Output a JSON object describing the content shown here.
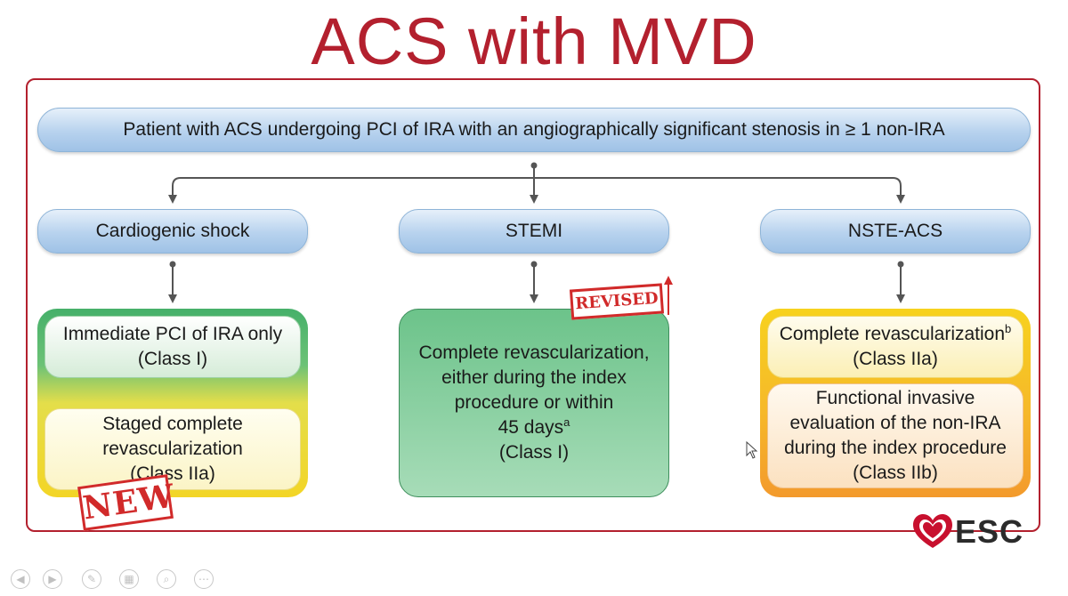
{
  "title": "ACS with MVD",
  "top_node": "Patient with ACS undergoing PCI of IRA with an angiographically significant stenosis in ≥ 1 non-IRA",
  "branches": [
    {
      "label": "Cardiogenic shock",
      "recommendations": [
        {
          "text": "Immediate PCI of IRA only",
          "class": "(Class I)"
        },
        {
          "text": "Staged complete revascularization",
          "class": "(Class IIa)"
        }
      ],
      "stamp": "NEW"
    },
    {
      "label": "STEMI",
      "recommendation": {
        "line1": "Complete revascularization,",
        "line2": "either during the index",
        "line3": "procedure or within",
        "line4": "45 days",
        "footnote": "a",
        "class": "(Class I)"
      },
      "stamp": "REVISED"
    },
    {
      "label": "NSTE-ACS",
      "recommendations": [
        {
          "text": "Complete revascularization",
          "footnote": "b",
          "class": "(Class IIa)"
        },
        {
          "text": "Functional invasive evaluation of the non-IRA during the index procedure",
          "class": "(Class IIb)"
        }
      ]
    }
  ],
  "logo": {
    "text": "ESC",
    "icon": "esc-heart-icon",
    "color": "#c8102e"
  },
  "colors": {
    "accent": "#b3202e",
    "pill": "#b7d2ee",
    "green": "#6cc38a",
    "yellow": "#f3d526",
    "orange": "#f39a2c"
  },
  "toolbar_icons": [
    "prev-icon",
    "next-icon",
    "pen-icon",
    "slides-icon",
    "zoom-icon",
    "more-icon"
  ]
}
